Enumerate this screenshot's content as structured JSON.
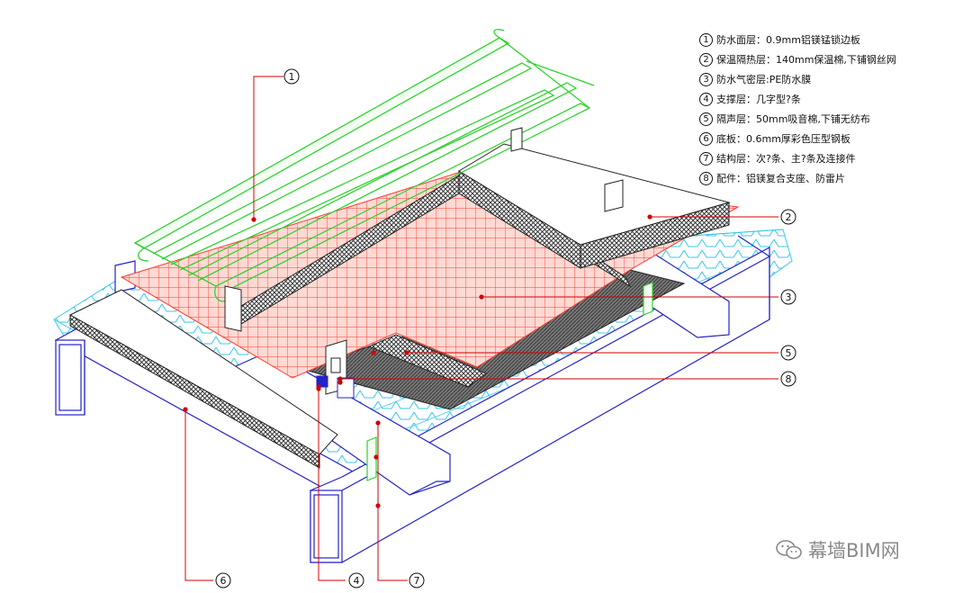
{
  "legend": [
    {
      "num": "1",
      "text": "防水面层：0.9mm铝镁锰锁边板"
    },
    {
      "num": "2",
      "text": "保温隔热层：140mm保温棉,下铺钢丝网"
    },
    {
      "num": "3",
      "text": "防水气密层:PE防水膜"
    },
    {
      "num": "4",
      "text": "支撑层：几字型?条"
    },
    {
      "num": "5",
      "text": "隔声层：50mm吸音棉,下铺无纺布"
    },
    {
      "num": "6",
      "text": "底板：0.6mm厚彩色压型钢板"
    },
    {
      "num": "7",
      "text": "结构层：次?条、主?条及连接件"
    },
    {
      "num": "8",
      "text": "配件：铝镁复合支座、防雷片"
    }
  ],
  "callouts": [
    "1",
    "2",
    "3",
    "5",
    "8",
    "6",
    "4",
    "7"
  ],
  "watermark": {
    "icon": "wechat-icon",
    "text": "幕墙BIM网"
  },
  "colors": {
    "panel": "#32d232",
    "mesh": "#ff2a2a",
    "mesh_fill": "#ffd6d0",
    "structure": "#2323c8",
    "cyan": "#3cc8e6",
    "leader": "#d40000",
    "hatch": "#222222"
  }
}
